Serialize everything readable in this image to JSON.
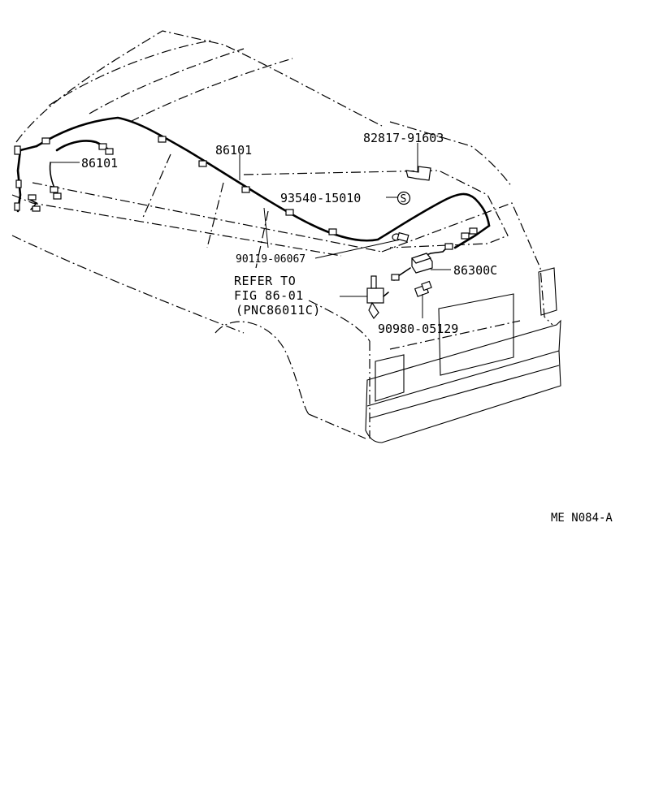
{
  "labels": {
    "harness_left": "86101",
    "harness_top": "86101",
    "part_82817": "82817-91603",
    "part_93540": "93540-15010",
    "part_93540_marker": "S",
    "part_90119": "90119-06067",
    "part_86300": "86300C",
    "part_90980": "90980-05129"
  },
  "reference": {
    "line1": "REFER TO",
    "line2": "FIG 86-01",
    "line3": "(PNC86011C)"
  },
  "diagram_code": "ME  N084-A"
}
